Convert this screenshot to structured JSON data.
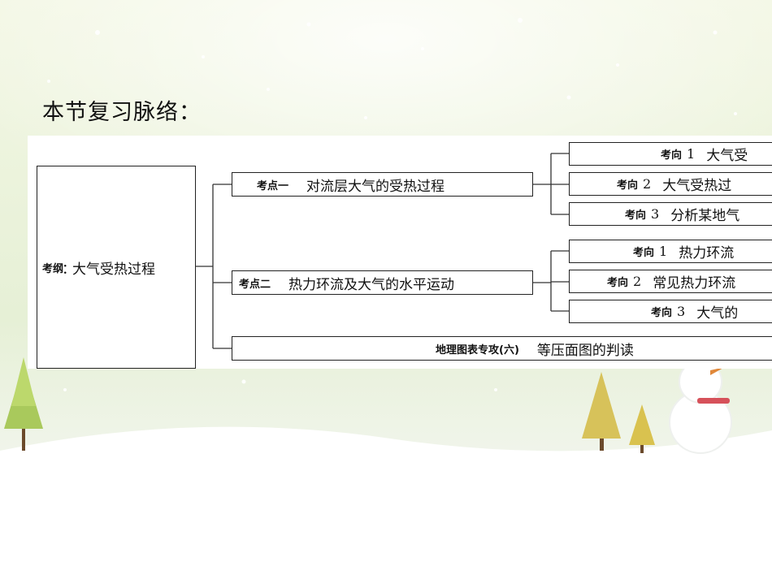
{
  "title": "本节复习脉络：",
  "root": {
    "prefix": "考纲",
    "sep": "：",
    "text": "大气受热过程"
  },
  "points": [
    {
      "label": "考点一",
      "text": "对流层大气的受热过程",
      "items": [
        {
          "label": "考向",
          "num": "1",
          "text": "大气受"
        },
        {
          "label": "考向",
          "num": "2",
          "text": "大气受热过"
        },
        {
          "label": "考向",
          "num": "3",
          "text": "分析某地气"
        }
      ]
    },
    {
      "label": "考点二",
      "text": "热力环流及大气的水平运动",
      "items": [
        {
          "label": "考向",
          "num": "1",
          "text": "热力环流"
        },
        {
          "label": "考向",
          "num": "2",
          "text": "常见热力环流"
        },
        {
          "label": "考向",
          "num": "3",
          "text": "大气的"
        }
      ]
    }
  ],
  "special": {
    "label": "地理图表专攻(六)",
    "text": "等压面图的判读"
  }
}
